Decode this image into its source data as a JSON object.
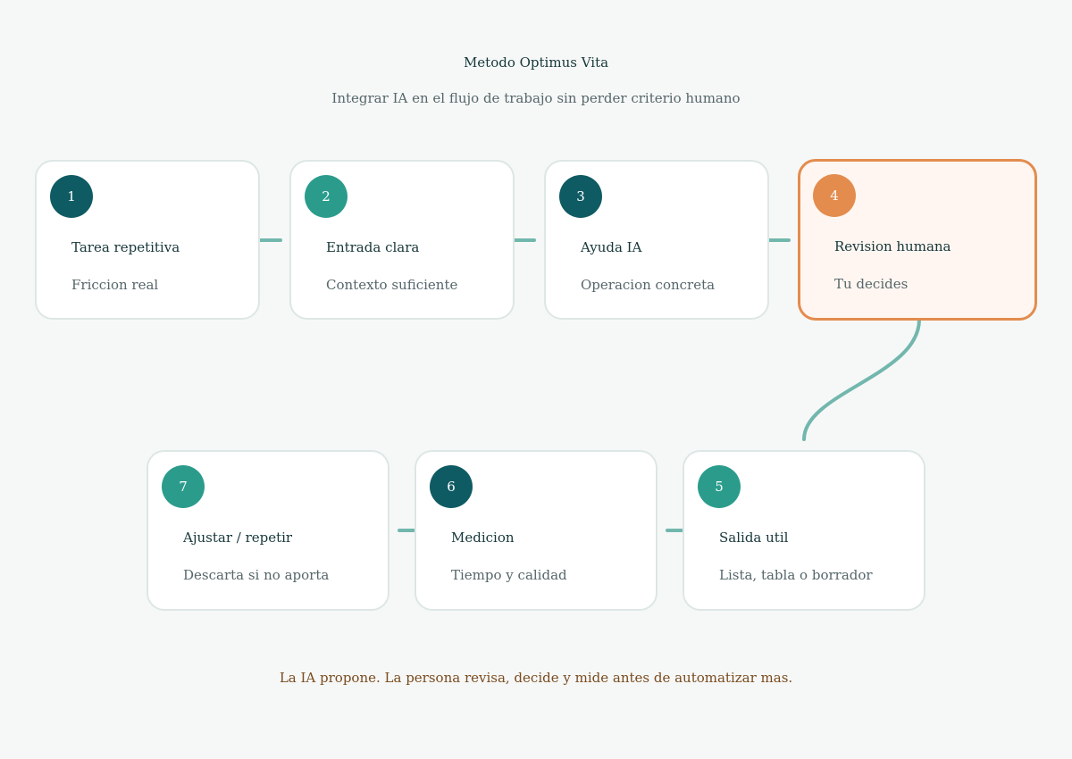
{
  "header": {
    "title": "Metodo Optimus Vita",
    "subtitle": "Integrar IA en el flujo de trabajo sin perder criterio humano"
  },
  "colors": {
    "dark_teal": "#0f5b63",
    "teal": "#2b9c8c",
    "orange": "#e38c4d",
    "connector": "#72b7ad"
  },
  "steps": [
    {
      "number": "1",
      "title": "Tarea repetitiva",
      "description": "Friccion real"
    },
    {
      "number": "2",
      "title": "Entrada clara",
      "description": "Contexto suficiente"
    },
    {
      "number": "3",
      "title": "Ayuda IA",
      "description": "Operacion concreta"
    },
    {
      "number": "4",
      "title": "Revision humana",
      "description": "Tu decides"
    },
    {
      "number": "5",
      "title": "Salida util",
      "description": "Lista, tabla o borrador"
    },
    {
      "number": "6",
      "title": "Medicion",
      "description": "Tiempo y calidad"
    },
    {
      "number": "7",
      "title": "Ajustar / repetir",
      "description": "Descarta si no aporta"
    }
  ],
  "footer": {
    "note": "La IA propone. La persona revisa, decide y mide antes de automatizar mas."
  }
}
